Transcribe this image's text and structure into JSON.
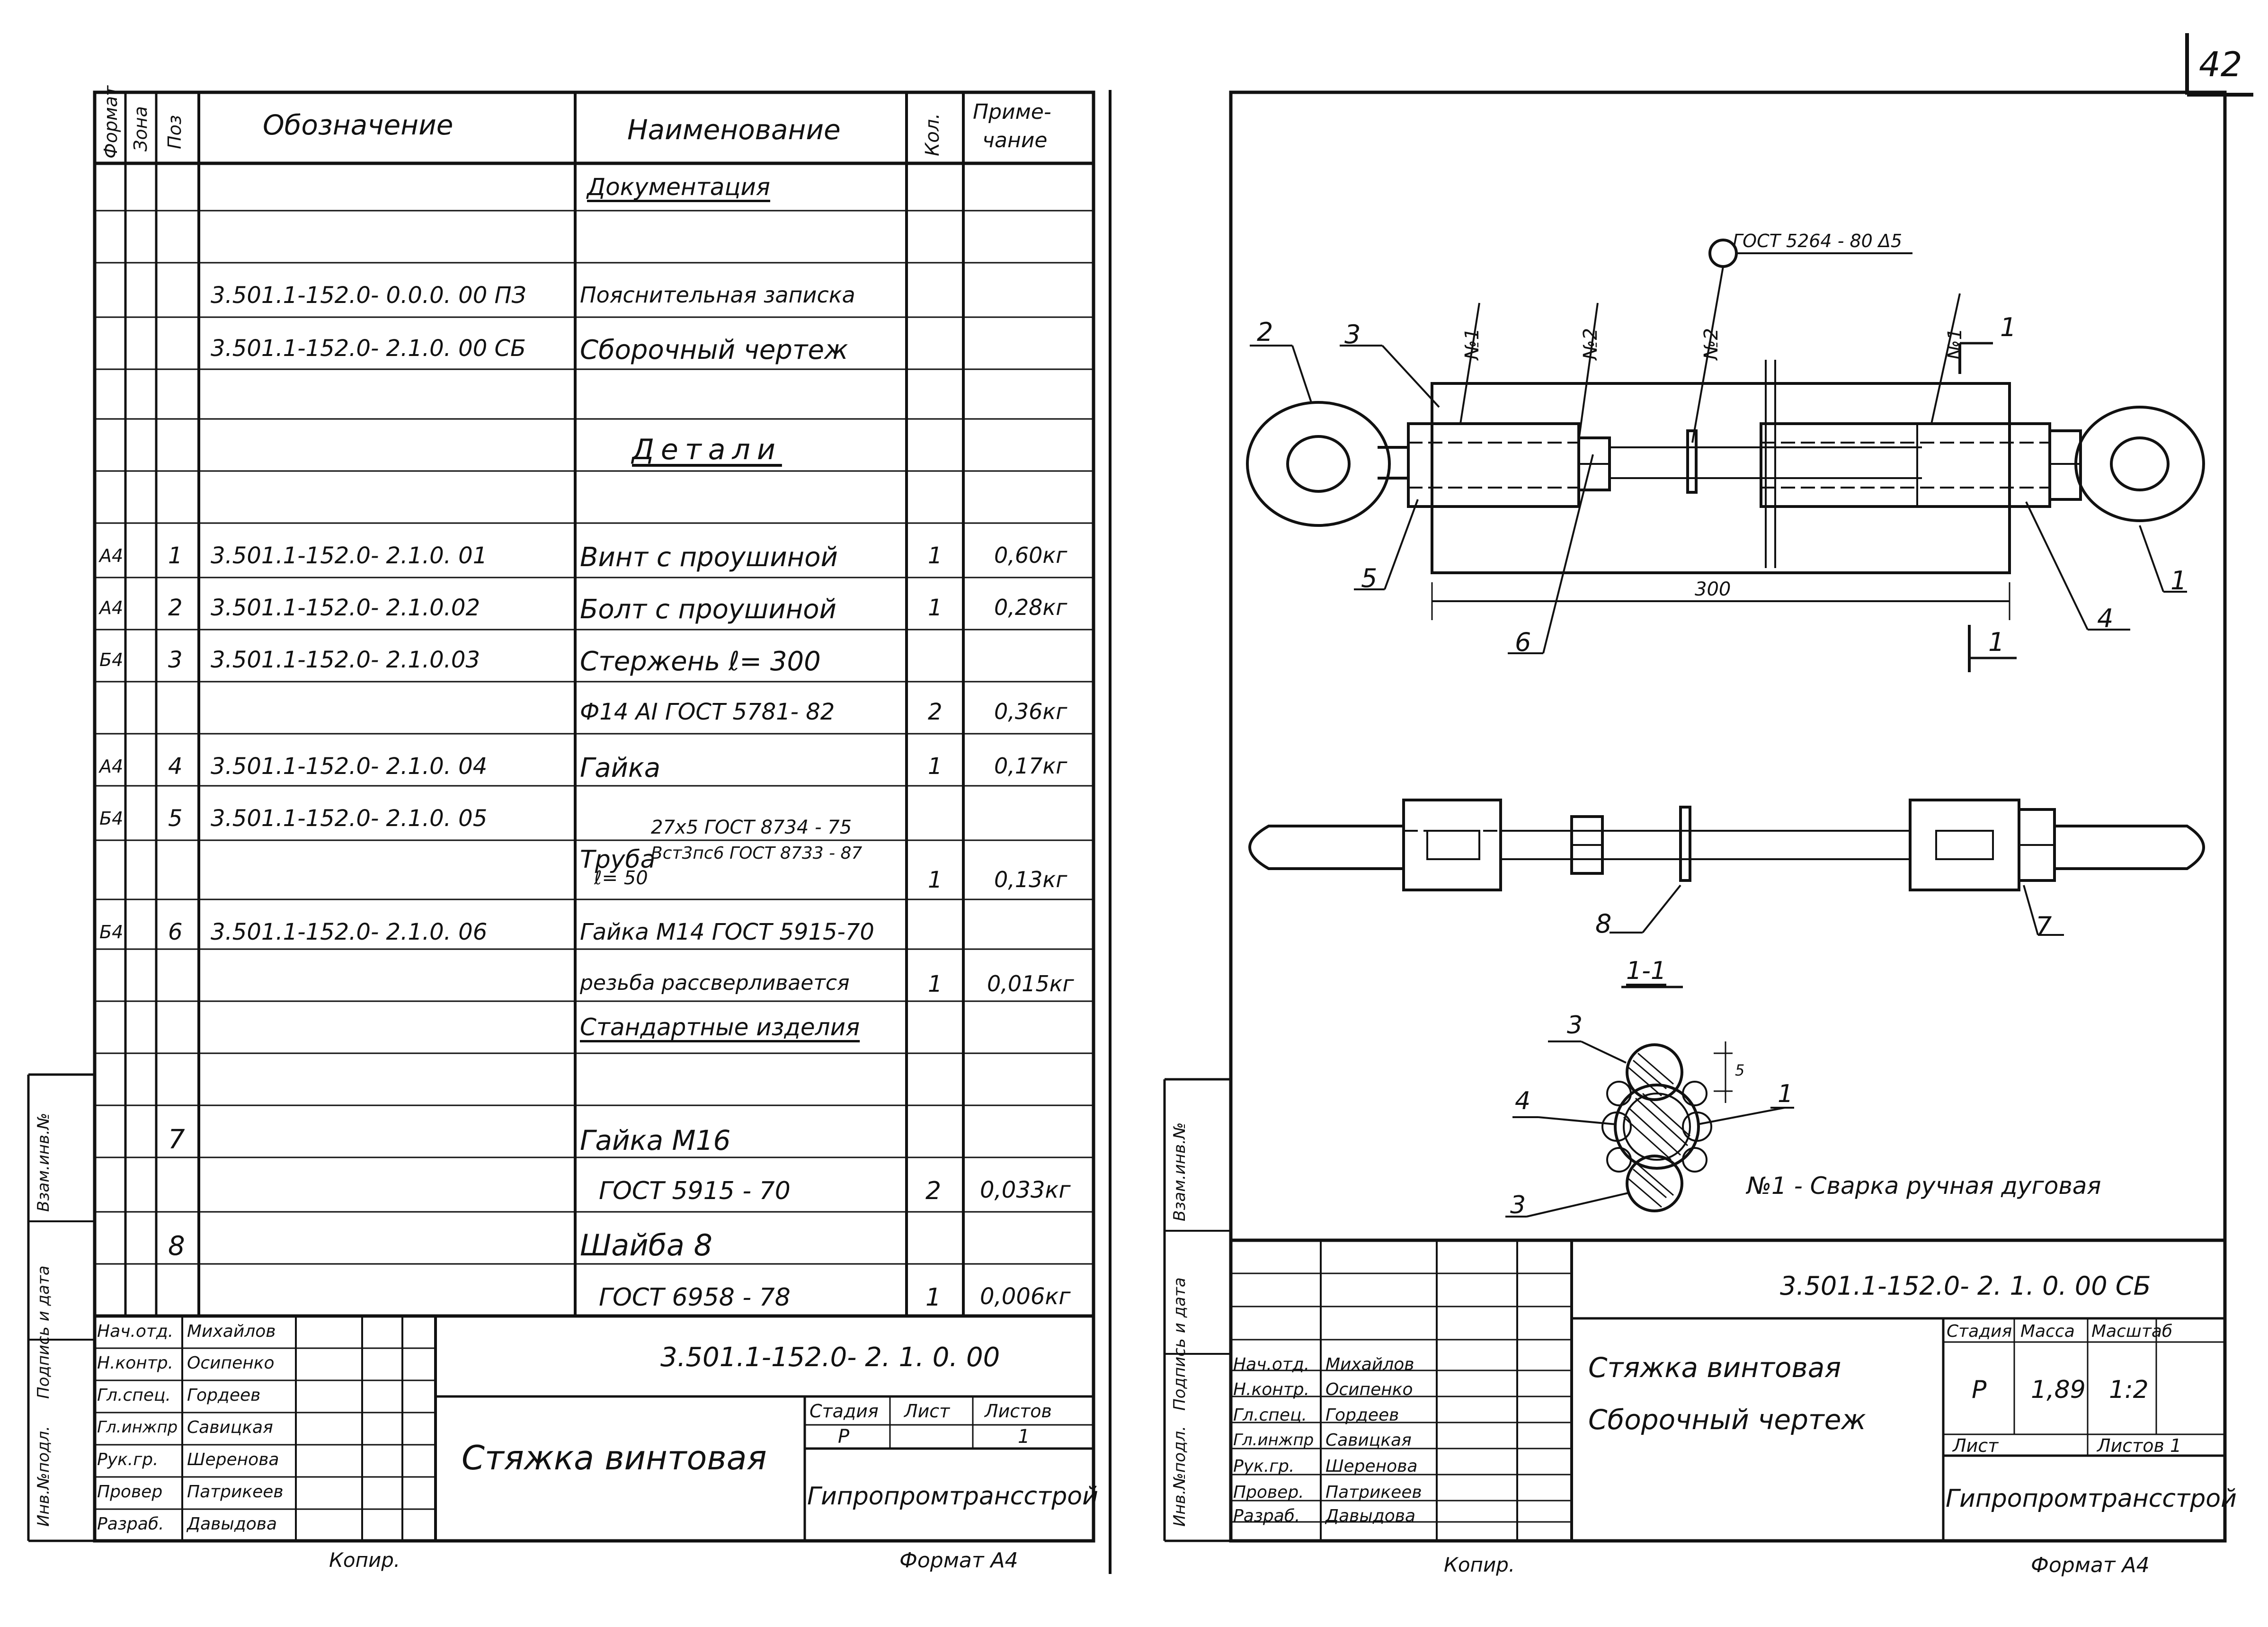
{
  "page_number": "42",
  "left_sheet": {
    "header": {
      "format": "Формат",
      "zone": "Зона",
      "pos": "Поз",
      "designation": "Обозначение",
      "name": "Наименование",
      "qty": "Кол.",
      "note_line1": "Приме-",
      "note_line2": "чание"
    },
    "sections": {
      "documentation": "Документация",
      "details": "Детали",
      "standard": "Стандартные изделия"
    },
    "rows": [
      {
        "format": "",
        "pos": "",
        "designation": "3.501.1-152.0- 0.0.0. 00 ПЗ",
        "name": "Пояснительная записка",
        "qty": "",
        "note": ""
      },
      {
        "format": "",
        "pos": "",
        "designation": "3.501.1-152.0- 2.1.0. 00 СБ",
        "name": "Сборочный чертеж",
        "qty": "",
        "note": ""
      },
      {
        "format": "А4",
        "pos": "1",
        "designation": "3.501.1-152.0- 2.1.0. 01",
        "name": "Винт с проушиной",
        "qty": "1",
        "note": "0,60кг"
      },
      {
        "format": "А4",
        "pos": "2",
        "designation": "3.501.1-152.0- 2.1.0.02",
        "name": "Болт с проушиной",
        "qty": "1",
        "note": "0,28кг"
      },
      {
        "format": "Б4",
        "pos": "3",
        "designation": "3.501.1-152.0- 2.1.0.03",
        "name": "Стержень  ℓ= 300",
        "qty": "",
        "note": ""
      },
      {
        "format": "",
        "pos": "",
        "designation": "",
        "name": "Ф14 АI  ГОСТ 5781- 82",
        "qty": "2",
        "note": "0,36кг"
      },
      {
        "format": "А4",
        "pos": "4",
        "designation": "3.501.1-152.0- 2.1.0. 04",
        "name": "Гайка",
        "qty": "1",
        "note": "0,17кг"
      },
      {
        "format": "Б4",
        "pos": "5",
        "designation": "3.501.1-152.0- 2.1.0. 05",
        "name": "",
        "qty": "",
        "note": ""
      },
      {
        "format": "",
        "pos": "",
        "designation": "",
        "name": "",
        "qty": "1",
        "note": "0,13кг"
      },
      {
        "format": "Б4",
        "pos": "6",
        "designation": "3.501.1-152.0- 2.1.0. 06",
        "name": "Гайка М14 ГОСТ 5915-70",
        "qty": "",
        "note": ""
      },
      {
        "format": "",
        "pos": "",
        "designation": "",
        "name": "резьба рассверливается",
        "qty": "1",
        "note": "0,015кг"
      },
      {
        "format": "",
        "pos": "7",
        "designation": "",
        "name": "Гайка  М16",
        "qty": "",
        "note": ""
      },
      {
        "format": "",
        "pos": "",
        "designation": "",
        "name": "ГОСТ  5915 - 70",
        "qty": "2",
        "note": "0,033кг"
      },
      {
        "format": "",
        "pos": "8",
        "designation": "",
        "name": "Шайба  8",
        "qty": "",
        "note": ""
      },
      {
        "format": "",
        "pos": "",
        "designation": "",
        "name": "ГОСТ  6958 - 78",
        "qty": "1",
        "note": "0,006кг"
      }
    ],
    "pipe_label": {
      "prefix": "Труба",
      "line1": "27х5 ГОСТ 8734 - 75",
      "line2": "Вст3пс6 ГОСТ 8733 - 87",
      "line3": "ℓ= 50"
    },
    "title_block": {
      "doc_number": "3.501.1-152.0- 2. 1. 0. 00",
      "title": "Стяжка  винтовая",
      "stage_label": "Стадия",
      "sheet_label": "Лист",
      "sheets_label": "Листов",
      "stage": "Р",
      "sheets": "1",
      "org": "Гипропромтрансстрой",
      "people": [
        {
          "role": "Нач.отд.",
          "name": "Михайлов"
        },
        {
          "role": "Н.контр.",
          "name": "Осипенко"
        },
        {
          "role": "Гл.спец.",
          "name": "Гордеев"
        },
        {
          "role": "Гл.инжпр",
          "name": "Савицкая"
        },
        {
          "role": "Рук.гр.",
          "name": "Шеренова"
        },
        {
          "role": "Провер",
          "name": "Патрикеев"
        },
        {
          "role": "Разраб.",
          "name": "Давыдова"
        }
      ]
    },
    "side_labels": {
      "inv": "Инв.№подл.",
      "sign_date": "Подпись и дата",
      "replace_inv": "Взам.инв.№"
    },
    "footer_copy": "Копир.",
    "footer_format": "Формат  А4"
  },
  "right_sheet": {
    "drawing": {
      "weld_symbol": "ГОСТ 5264 - 80 Δ5",
      "callouts": [
        "1",
        "2",
        "3",
        "4",
        "5",
        "6",
        "7",
        "8"
      ],
      "weld_marks": [
        "№1",
        "№2",
        "№2",
        "№1"
      ],
      "dimension": "300",
      "section_mark": "1",
      "section_title": "1-1",
      "section_dim": "5",
      "weld_note": "№1 - Сварка  ручная  дуговая"
    },
    "title_block": {
      "doc_number": "3.501.1-152.0- 2. 1. 0. 00 СБ",
      "title_line1": "Стяжка  винтовая",
      "title_line2": "Сборочный  чертеж",
      "stage_label": "Стадия",
      "mass_label": "Масса",
      "scale_label": "Масштаб",
      "stage": "Р",
      "mass": "1,89",
      "scale": "1:2",
      "sheet_label": "Лист",
      "sheets_label": "Листов 1",
      "org": "Гипропромтрансстрой",
      "people": [
        {
          "role": "Нач.отд.",
          "name": "Михайлов"
        },
        {
          "role": "Н.контр.",
          "name": "Осипенко"
        },
        {
          "role": "Гл.спец.",
          "name": "Гордеев"
        },
        {
          "role": "Гл.инжпр",
          "name": "Савицкая"
        },
        {
          "role": "Рук.гр.",
          "name": "Шеренова"
        },
        {
          "role": "Провер.",
          "name": "Патрикеев"
        },
        {
          "role": "Разраб.",
          "name": "Давыдова"
        }
      ]
    },
    "side_labels": {
      "inv": "Инв.№подл.",
      "sign_date": "Подпись и дата",
      "replace_inv": "Взам.инв.№"
    },
    "footer_copy": "Копир.",
    "footer_format": "Формат  А4"
  }
}
